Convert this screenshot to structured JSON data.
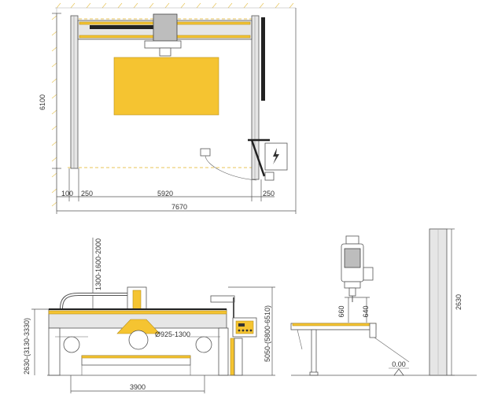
{
  "colors": {
    "accent": "#f5c431",
    "frame": "#e6e6e6",
    "dark": "#333333"
  },
  "plan": {
    "dim_height": "6100",
    "dim_left_clearance": "100",
    "dim_left_rail": "250",
    "dim_span": "5920",
    "dim_right_rail": "250",
    "dim_total": "7670"
  },
  "front": {
    "dim_bridge_height": "1300-1600-2000",
    "dim_blade": "Ø925-1300",
    "dim_base_height": "2630-(3130-3330)",
    "dim_overall_height": "5050-(5800-6510)",
    "dim_width": "3900"
  },
  "side": {
    "dim_660": "660",
    "dim_640": "640",
    "dim_2630": "2630",
    "floor_level": "0.00"
  },
  "icons": {
    "electrical": "lightning-icon"
  }
}
